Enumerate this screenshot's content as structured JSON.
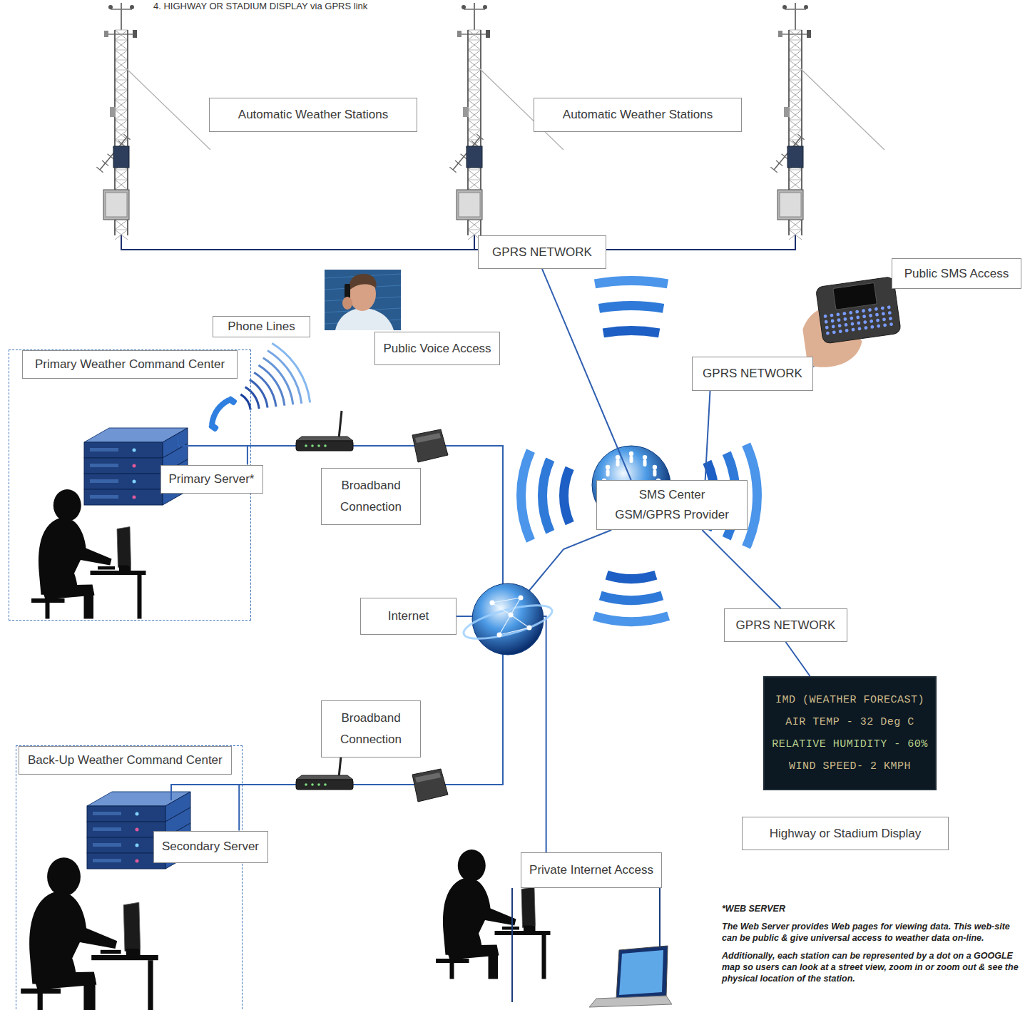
{
  "diagram": {
    "title": "4. HIGHWAY OR STADIUM DISPLAY via GPRS link",
    "nodes": [
      {
        "text": [
          "Automatic Weather Stations"
        ]
      },
      {
        "text": [
          "Automatic Weather Stations"
        ]
      },
      {
        "text": [
          "GPRS NETWORK"
        ]
      },
      {
        "text": [
          "Public SMS Access"
        ]
      },
      {
        "text": [
          "Phone Lines"
        ]
      },
      {
        "text": [
          "Public Voice Access"
        ]
      },
      {
        "text": [
          "Primary Weather Command Center"
        ]
      },
      {
        "text": [
          "Primary Server*"
        ],
        "in": 6
      },
      {
        "text": [
          "GPRS NETWORK"
        ]
      },
      {
        "text": [
          "Broadband Connection"
        ]
      },
      {
        "text": [
          "SMS Center GSM/GPRS Provider"
        ]
      },
      {
        "text": [
          "Internet"
        ]
      },
      {
        "text": [
          "GPRS NETWORK"
        ]
      },
      {
        "text": [
          "IMD (WEATHER FORECAST)",
          "AIR TEMP - 32 Deg C",
          "RELATIVE HUMIDITY - 60%",
          "WIND SPEED- 2 KMPH"
        ]
      },
      {
        "text": [
          "Broadband Connection"
        ]
      },
      {
        "text": [
          "Back-Up Weather Command Center"
        ]
      },
      {
        "text": [
          "Secondary Server"
        ],
        "in": 15
      },
      {
        "text": [
          "Highway or Stadium Display"
        ]
      },
      {
        "text": [
          "Private Internet Access"
        ]
      }
    ],
    "edges": [
      {
        "from": 2,
        "to": 10,
        "arrow": "none"
      },
      {
        "from": 10,
        "to": 8,
        "arrow": "none"
      },
      {
        "from": 8,
        "to": 3,
        "arrow": "none"
      },
      {
        "from": 7,
        "to": 11,
        "arrow": "none"
      },
      {
        "from": 16,
        "to": 11,
        "arrow": "none"
      },
      {
        "from": 18,
        "to": 11,
        "arrow": "none"
      },
      {
        "from": 11,
        "to": 10,
        "arrow": "none"
      },
      {
        "from": 10,
        "to": 12,
        "arrow": "none"
      },
      {
        "from": 12,
        "to": 13,
        "arrow": "none"
      }
    ],
    "labels": [
      "*WEB SERVER",
      "The Web Server provides Web pages for viewing data. This web-site can be public & give universal access to weather data on-line.",
      "Additionally, each station can be represented by a dot on a GOOGLE map so users can look at a street view, zoom in or zoom out & see the physical location of the station."
    ]
  }
}
